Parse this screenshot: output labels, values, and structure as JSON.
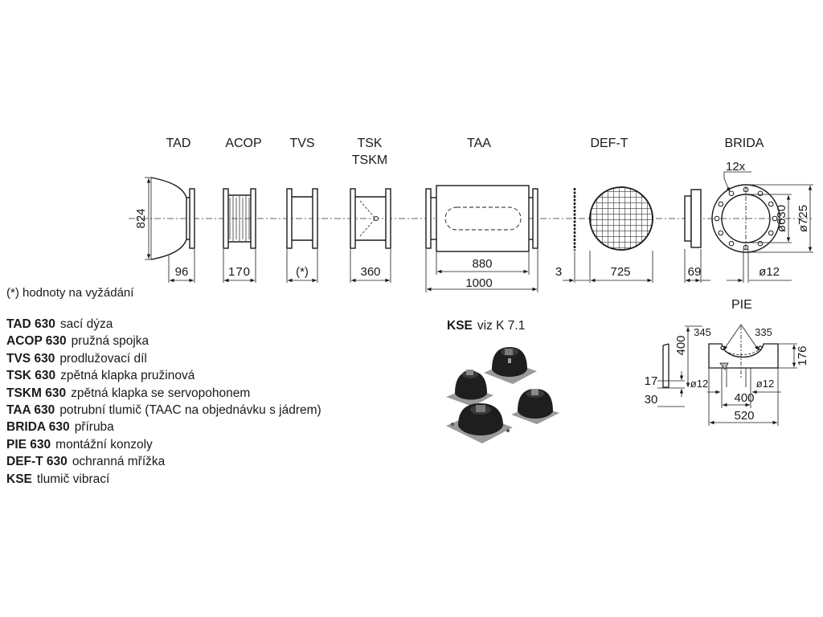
{
  "components": [
    {
      "label": "TAD",
      "dimension": "96"
    },
    {
      "label": "ACOP",
      "dimension": "170"
    },
    {
      "label": "TVS",
      "dimension": "(*)"
    },
    {
      "label": "TSK",
      "label2": "TSKM",
      "dimension": "360"
    },
    {
      "label": "TAA",
      "dimension": "880",
      "dimension2": "1000"
    },
    {
      "label": "DEF-T",
      "dimension": "725",
      "dimension_small": "3"
    },
    {
      "label": "BRIDA",
      "dimension": "69",
      "dimension_hole": "ø12",
      "bolts": "12x",
      "inner_diameter": "ø630",
      "outer_diameter": "ø725"
    }
  ],
  "height_dimension": "824",
  "note": "(*) hodnoty na vyžádání",
  "legend": [
    {
      "code": "TAD 630",
      "text": "sací dýza"
    },
    {
      "code": "ACOP 630",
      "text": "pružná spojka"
    },
    {
      "code": "TVS 630",
      "text": "prodlužovací díl"
    },
    {
      "code": "TSK 630",
      "text": "zpětná klapka pružinová"
    },
    {
      "code": "TSKM 630",
      "text": "zpětná klapka se servopohonem"
    },
    {
      "code": "TAA 630",
      "text": "potrubní tlumič (TAAC na objednávku s jádrem)"
    },
    {
      "code": "BRIDA 630",
      "text": "příruba"
    },
    {
      "code": "PIE 630",
      "text": "montážní konzoly"
    },
    {
      "code": "DEF-T 630",
      "text": "ochranná mřížka"
    },
    {
      "code": "KSE",
      "text": "tlumič vibrací"
    }
  ],
  "kse_ref": {
    "code": "KSE",
    "text": "viz K 7.1"
  },
  "pie": {
    "title": "PIE",
    "dims": {
      "height": "400",
      "side": "176",
      "angle_left": "345",
      "angle_right": "335",
      "t17": "17",
      "t30": "30",
      "hole_left": "ø12",
      "hole_right": "ø12",
      "w400": "400",
      "w520": "520"
    }
  }
}
